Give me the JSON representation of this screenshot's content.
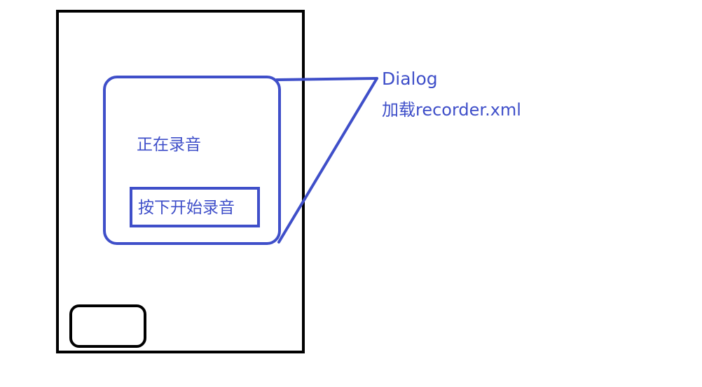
{
  "phone": {
    "dialog": {
      "status_text": "正在录音",
      "record_button_label": "按下开始录音"
    }
  },
  "annotation": {
    "title": "Dialog",
    "description": "加载recorder.xml"
  },
  "colors": {
    "annotation_blue": "#3f4fc9",
    "frame_black": "#000000"
  }
}
